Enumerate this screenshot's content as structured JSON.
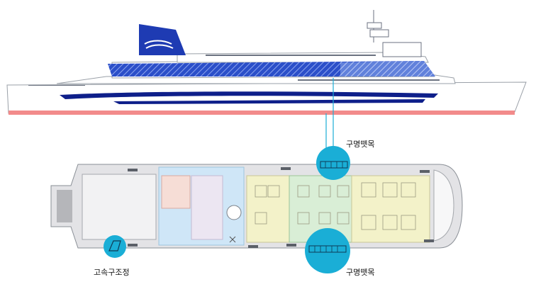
{
  "labels": {
    "lifejacket_top": "구명뗏목",
    "lifejacket_bottom": "구명뗏목",
    "rescue_boat": "고속구조정"
  },
  "colors": {
    "hull_stripe": "#f28b8b",
    "blue_band": "#1f3fb7",
    "navy_stripe": "#0e1f8a",
    "marker_cyan": "#1aaed6",
    "deck_gray": "#d9d9dc",
    "zone_blue": "#cfe6f7",
    "zone_pink": "#f6ddd6",
    "zone_yellow": "#f3f2c9",
    "zone_green": "#d9eed6"
  }
}
